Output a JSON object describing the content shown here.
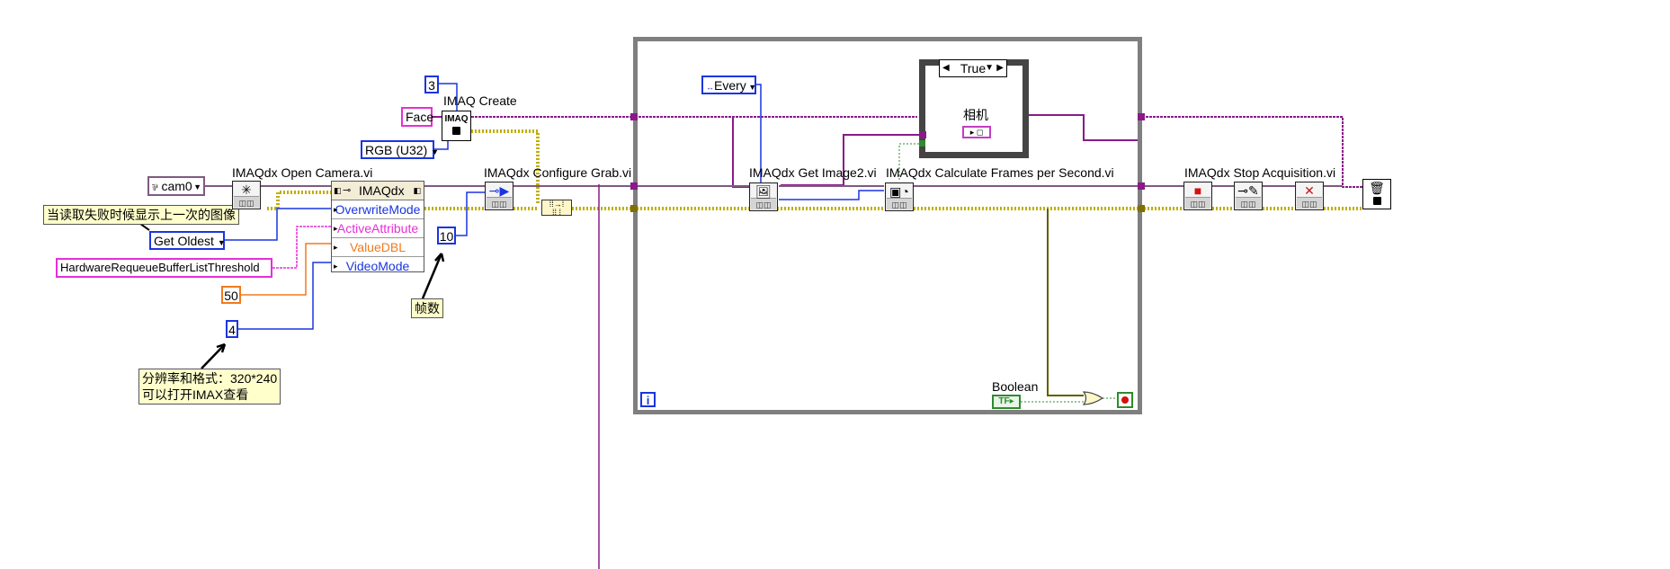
{
  "labels": {
    "imaq_create": "IMAQ Create",
    "open_camera": "IMAQdx Open Camera.vi",
    "configure_grab": "IMAQdx Configure Grab.vi",
    "get_image": "IMAQdx Get Image2.vi",
    "calc_fps": "IMAQdx Calculate Frames per Second.vi",
    "stop_acq": "IMAQdx Stop Acquisition.vi",
    "boolean": "Boolean",
    "camera_indicator": "相机"
  },
  "constants": {
    "border_size": "3",
    "image_name": "Face",
    "image_type": "RGB (U32)",
    "session": "cam0",
    "buffer_mode": "Get Oldest",
    "attribute_name": "HardwareRequeueBufferListThreshold",
    "value_dbl": "50",
    "video_mode": "4",
    "frames": "10",
    "image_mode": "Every"
  },
  "notes": {
    "note_last_image": "当读取失败时候显示上一次的图像",
    "note_frames": "帧数",
    "note_resolution_line1": "分辨率和格式：320*240",
    "note_resolution_line2": "可以打开IMAX查看"
  },
  "property_node": {
    "class": "IMAQdx",
    "properties": [
      "OverwriteMode",
      "ActiveAttribute",
      "ValueDBL",
      "VideoMode"
    ],
    "property_colors": [
      "#1a35e0",
      "#e62fd5",
      "#f07a1e",
      "#1a35e0"
    ]
  },
  "case_structure": {
    "selector": "True"
  },
  "loop": {
    "iteration_terminal": "i"
  },
  "icons": {
    "imaq_create": "IMAQ",
    "open_camera": "open-camera-icon",
    "configure_grab": "configure-grab-icon",
    "get_image": "get-image-icon",
    "calc_fps": "frames-per-second-icon",
    "stop": "stop-acquisition-icon",
    "unconfigure": "unconfigure-icon",
    "close": "close-camera-icon",
    "dispose": "dispose-image-icon"
  },
  "colors": {
    "imaq_wire": "#8a1a8a",
    "error_wire": "#bfae00",
    "session_wire": "#5f5f00",
    "numeric_wire": "#1a35e0",
    "string_wire": "#e62fd5",
    "dbl_wire": "#f07a1e",
    "boolean_wire": "#2e8b2e",
    "loop_border": "#7f7f7f"
  }
}
